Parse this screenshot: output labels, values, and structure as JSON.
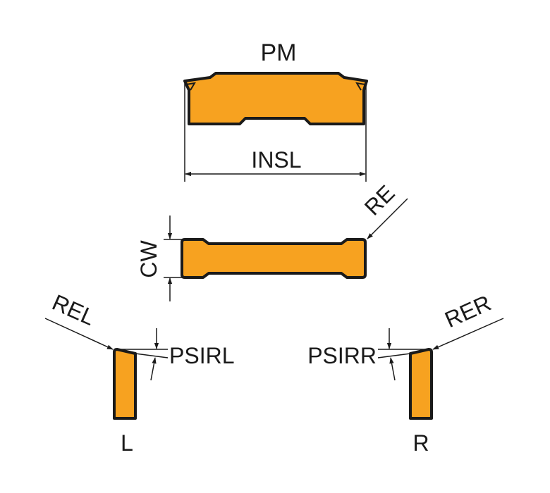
{
  "labels": {
    "pm": "PM",
    "insl": "INSL",
    "re": "RE",
    "cw": "CW",
    "rel": "REL",
    "psirl": "PSIRL",
    "psirr": "PSIRR",
    "rer": "RER",
    "l": "L",
    "r": "R"
  },
  "colors": {
    "insert_fill": "#F7A220",
    "outline": "#1a1a1a",
    "background": "#ffffff"
  }
}
